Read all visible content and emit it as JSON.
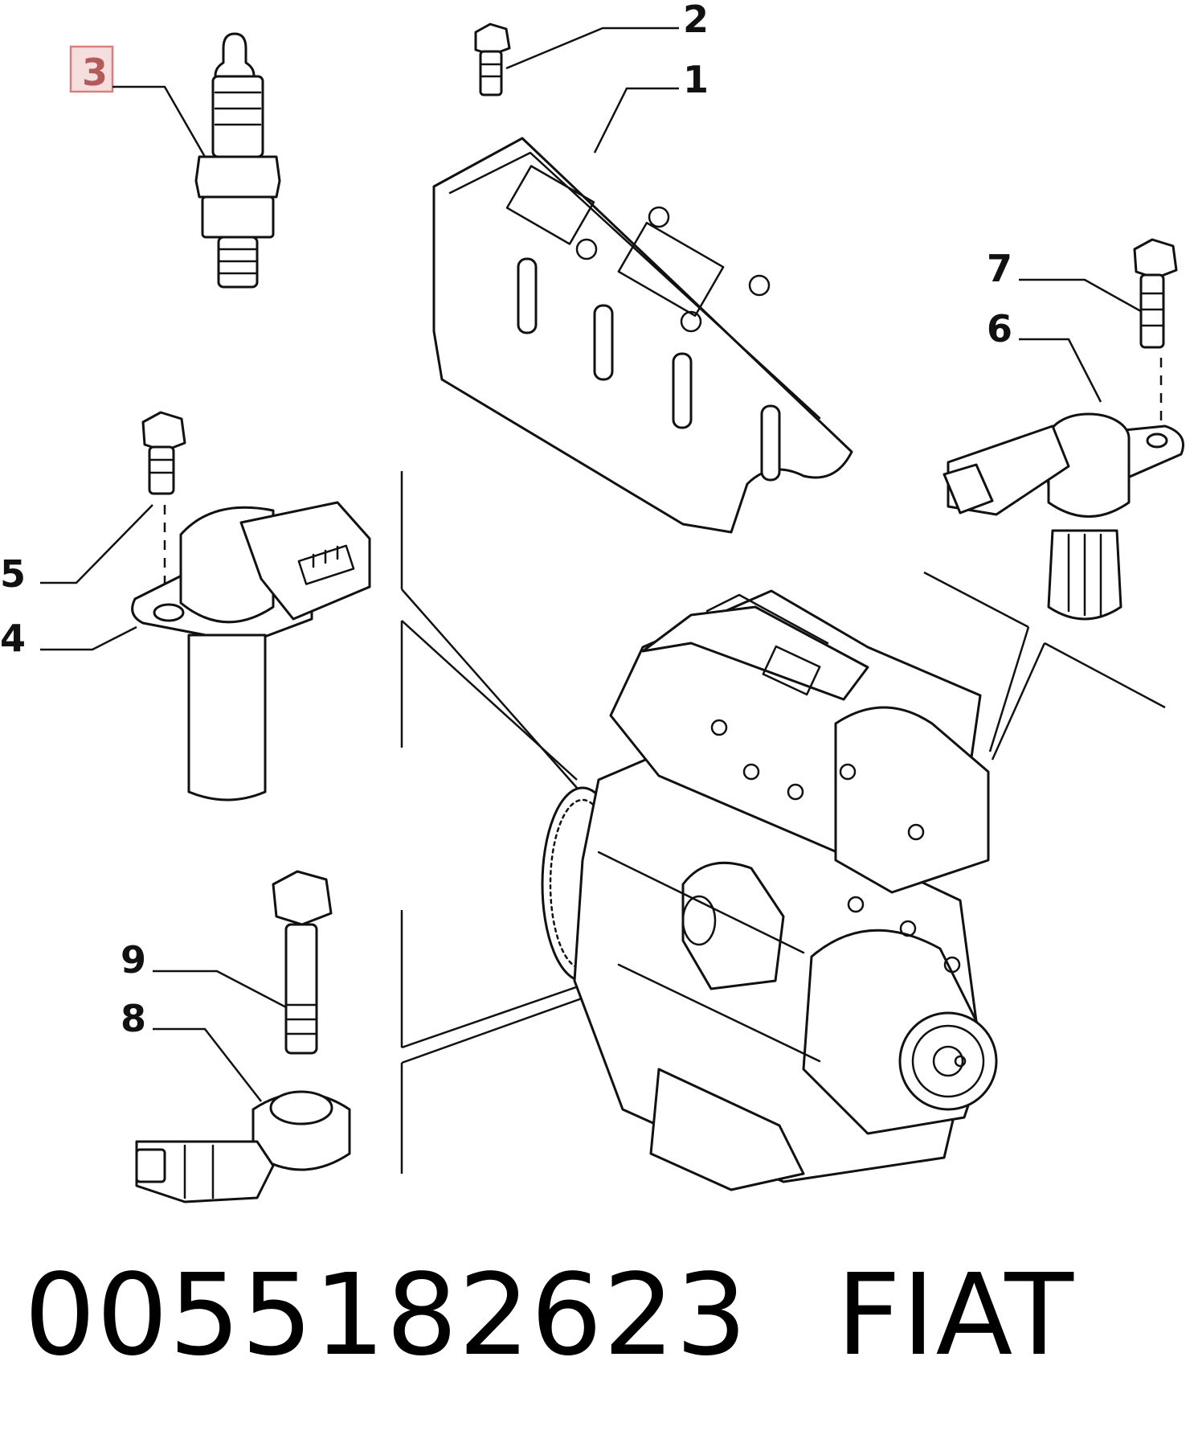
{
  "callouts": {
    "c1": "1",
    "c2": "2",
    "c3": "3",
    "c4": "4",
    "c5": "5",
    "c6": "6",
    "c7": "7",
    "c8": "8",
    "c9": "9"
  },
  "highlight_color": "#b35a5a",
  "highlight_box_color": "#f6dede",
  "caption": {
    "part_number": "0055182623",
    "brand": "FIAT"
  }
}
